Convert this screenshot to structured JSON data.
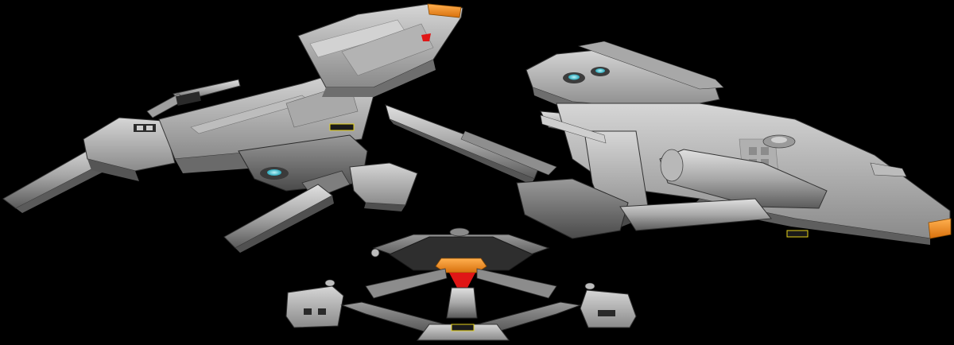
{
  "scene": {
    "background": "#000000",
    "hull_light": "#c8c8c8",
    "hull_mid": "#9a9a9a",
    "hull_dark": "#5e5e5e",
    "hull_shadow": "#2e2e2e",
    "accent_orange": "#f08a1e",
    "accent_red": "#e01616",
    "accent_cyan": "#5fd6e0",
    "accent_yellow": "#e6d21a"
  },
  "objects": [
    {
      "name": "ship-left-view",
      "icon": "starship-side-view-icon"
    },
    {
      "name": "ship-right-view",
      "icon": "starship-three-quarter-view-icon"
    },
    {
      "name": "ship-front-view",
      "icon": "starship-front-view-icon"
    }
  ]
}
